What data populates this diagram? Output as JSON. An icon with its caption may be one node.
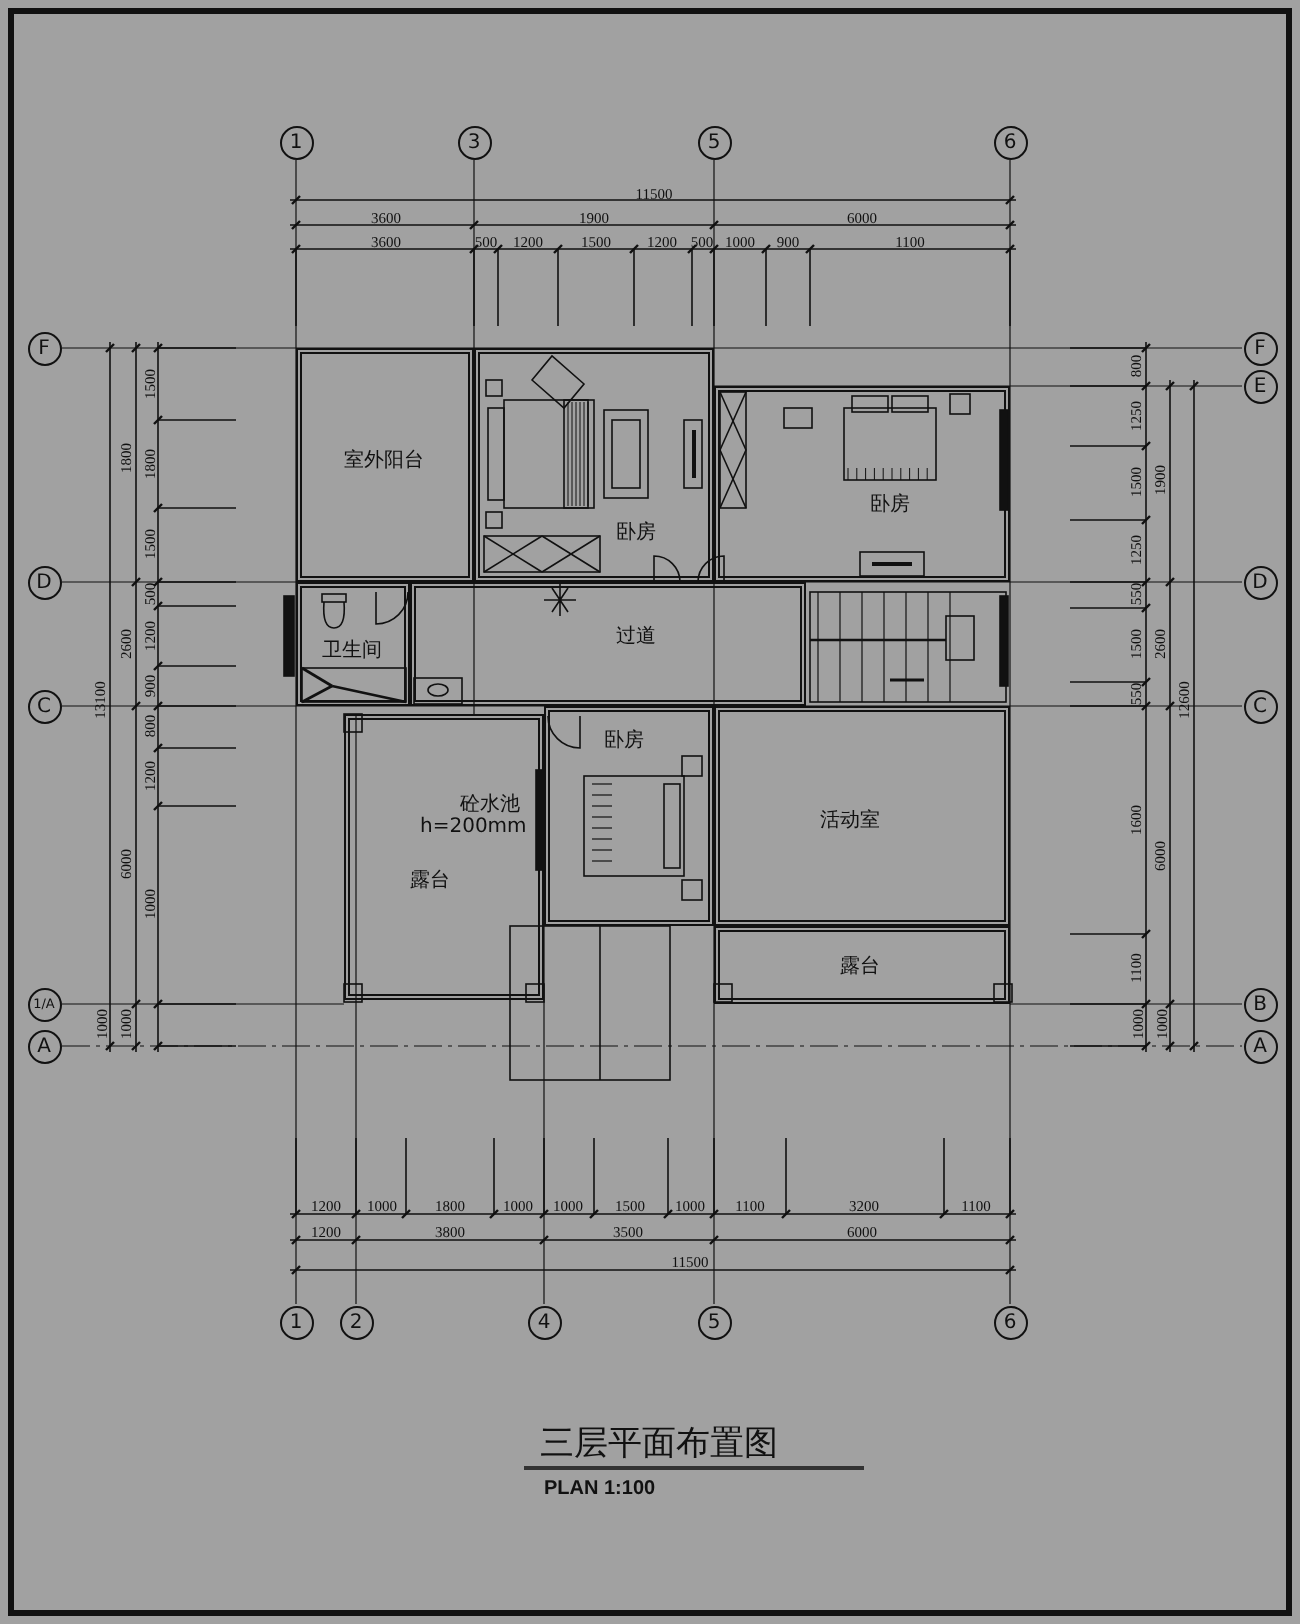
{
  "diagram": {
    "title": "三层平面布置图",
    "caption": "PLAN 1:100",
    "nodes": [
      {
        "text": [
          "1"
        ]
      },
      {
        "text": [
          "3"
        ]
      },
      {
        "text": [
          "5"
        ]
      },
      {
        "text": [
          "6"
        ]
      },
      {
        "text": [
          "F"
        ]
      },
      {
        "text": [
          "F"
        ]
      },
      {
        "text": [
          "E"
        ]
      },
      {
        "text": [
          "D"
        ]
      },
      {
        "text": [
          "D"
        ]
      },
      {
        "text": [
          "C"
        ]
      },
      {
        "text": [
          "C"
        ]
      },
      {
        "text": [
          "1/A"
        ]
      },
      {
        "text": [
          "B"
        ]
      },
      {
        "text": [
          "A"
        ]
      },
      {
        "text": [
          "A"
        ]
      },
      {
        "text": [
          "室外阳台"
        ]
      },
      {
        "text": [
          "卧房"
        ]
      },
      {
        "text": [
          "卧房"
        ]
      },
      {
        "text": [
          "卫生间"
        ]
      },
      {
        "text": [
          "过道"
        ]
      },
      {
        "text": [
          "露台"
        ]
      },
      {
        "text": [
          "卧房"
        ]
      },
      {
        "text": [
          "活动室"
        ]
      },
      {
        "text": [
          "露台"
        ]
      },
      {
        "text": [
          "1"
        ]
      },
      {
        "text": [
          "2"
        ]
      },
      {
        "text": [
          "4"
        ]
      },
      {
        "text": [
          "5"
        ]
      },
      {
        "text": [
          "6"
        ]
      }
    ],
    "labels": [
      "11500",
      "3600",
      "1900",
      "6000",
      "3600",
      "500",
      "1200",
      "1500",
      "1200",
      "500",
      "1000",
      "900",
      "1100",
      "13100",
      "1800",
      "2600",
      "6000",
      "1500",
      "1800",
      "1500",
      "500",
      "1200",
      "900",
      "800",
      "1200",
      "1000",
      "1000",
      "1000",
      "800",
      "1250",
      "1500",
      "1250",
      "550",
      "1500",
      "550",
      "1600",
      "1100",
      "1900",
      "2600",
      "6000",
      "12600",
      "1000",
      "1000",
      "砼水池 h=200mm",
      "1200",
      "1000",
      "1800",
      "1000",
      "1000",
      "1500",
      "1000",
      "1100",
      "3200",
      "1100",
      "1200",
      "3800",
      "3500",
      "6000",
      "11500"
    ]
  }
}
